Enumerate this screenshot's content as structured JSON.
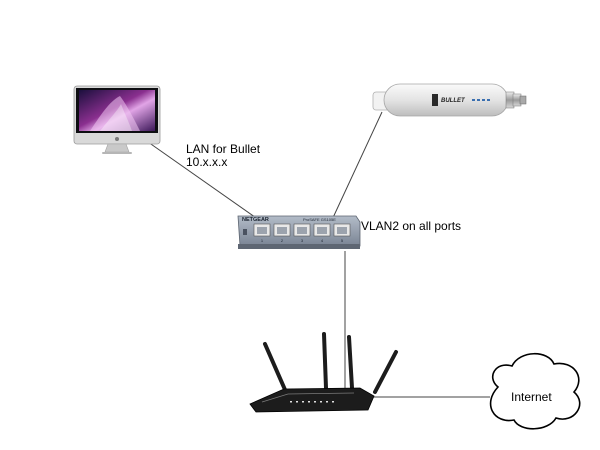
{
  "nodes": {
    "imac": {
      "icon": "imac-desktop-icon"
    },
    "bullet": {
      "icon": "bullet-radio-icon",
      "brand_text": "BULLET"
    },
    "switch": {
      "icon": "network-switch-icon",
      "brand_text": "NETGEAR",
      "model_text": "ProSAFE GS105E",
      "port_numbers": [
        "1",
        "2",
        "3",
        "4",
        "5"
      ]
    },
    "router": {
      "icon": "wireless-router-icon"
    },
    "cloud": {
      "icon": "cloud-icon",
      "label": "Internet"
    }
  },
  "labels": {
    "lan_line1": "LAN for Bullet",
    "lan_line2": "10.x.x.x",
    "vlan": "VLAN2 on all ports"
  },
  "colors": {
    "line": "#444444",
    "switch_body": "#8c97a6",
    "router_body": "#1c1c1c"
  }
}
